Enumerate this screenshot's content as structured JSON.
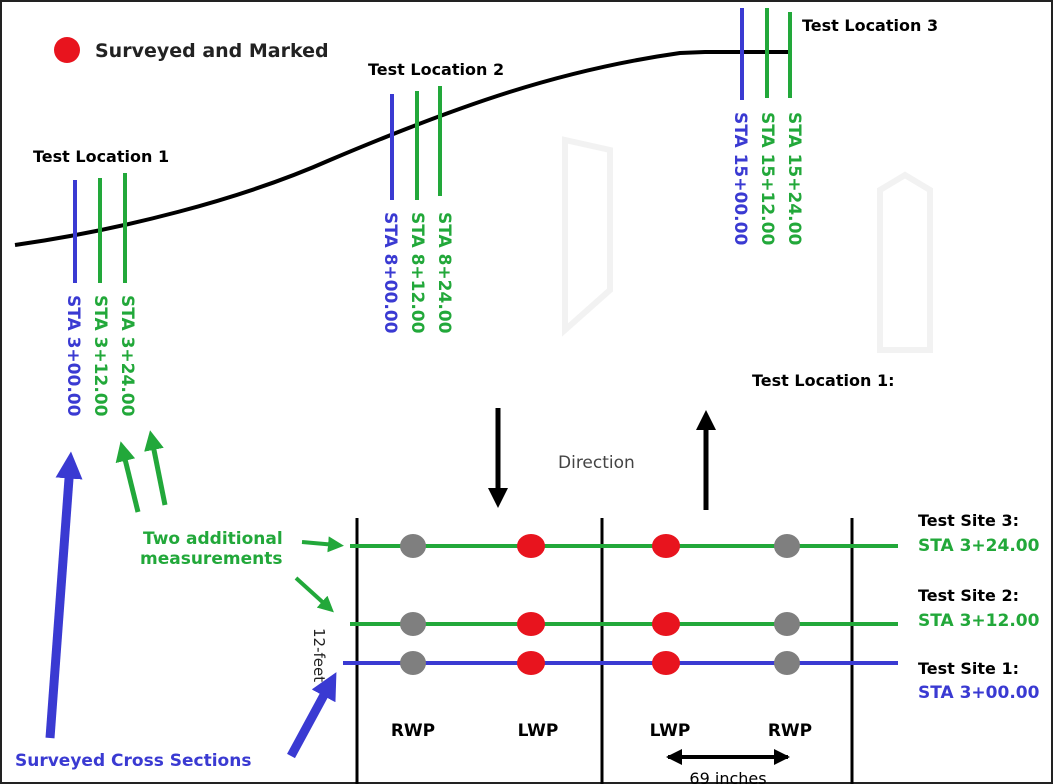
{
  "legend": {
    "label": "Surveyed and Marked",
    "marker_color": "#e8141e"
  },
  "colors": {
    "blue": "#3a3ad2",
    "green": "#22a83a",
    "red": "#e8141e",
    "gray": "#7f7f7f",
    "black": "#000000"
  },
  "locations": [
    {
      "title": "Test Location 1",
      "stations": [
        "STA 3+00.00",
        "STA 3+12.00",
        "STA 3+24.00"
      ]
    },
    {
      "title": "Test Location 2",
      "stations": [
        "STA 8+00.00",
        "STA 8+12.00",
        "STA 8+24.00"
      ]
    },
    {
      "title": "Test Location 3",
      "stations": [
        "STA 15+00.00",
        "STA 15+12.00",
        "STA 15+24.00"
      ]
    }
  ],
  "detail": {
    "title": "Test Location 1:",
    "direction_label": "Direction",
    "two_additional_line1": "Two additional",
    "two_additional_line2": "measurements",
    "cross_sections_label": "Surveyed Cross Sections",
    "width_label": "12-feet",
    "spacing_label": "69 inches",
    "wheel_paths": [
      "RWP",
      "LWP",
      "LWP",
      "RWP"
    ],
    "sites": [
      {
        "name": "Test Site 3:",
        "station": "STA 3+24.00"
      },
      {
        "name": "Test Site 2:",
        "station": "STA 3+12.00"
      },
      {
        "name": "Test Site 1:",
        "station": "STA 3+00.00"
      }
    ]
  }
}
